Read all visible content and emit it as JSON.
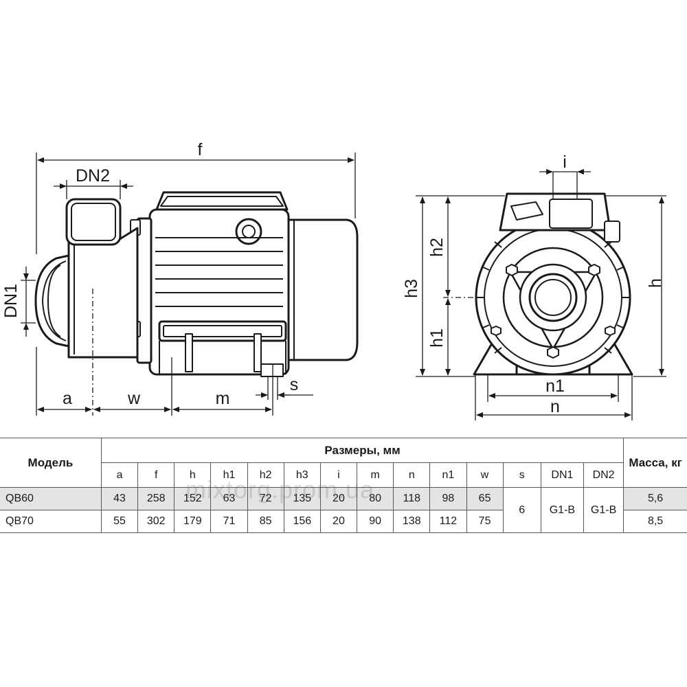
{
  "dimension_labels": {
    "f": "f",
    "dn2": "DN2",
    "dn1": "DN1",
    "a": "a",
    "w": "w",
    "m": "m",
    "s": "s",
    "i": "i",
    "h3": "h3",
    "h2": "h2",
    "h1": "h1",
    "h": "h",
    "n1": "n1",
    "n": "n"
  },
  "table": {
    "model_header": "Модель",
    "sizes_header": "Размеры, мм",
    "mass_header": "Масса, кг",
    "columns": [
      "a",
      "f",
      "h",
      "h1",
      "h2",
      "h3",
      "i",
      "m",
      "n",
      "n1",
      "w",
      "s",
      "DN1",
      "DN2"
    ],
    "rows": [
      {
        "model": "QB60",
        "values": [
          "43",
          "258",
          "152",
          "63",
          "72",
          "135",
          "20",
          "80",
          "118",
          "98",
          "65"
        ],
        "mass": "5,6"
      },
      {
        "model": "QB70",
        "values": [
          "55",
          "302",
          "179",
          "71",
          "85",
          "156",
          "20",
          "90",
          "138",
          "112",
          "75"
        ],
        "mass": "8,5"
      }
    ],
    "shared": {
      "s": "6",
      "DN1": "G1-B",
      "DN2": "G1-B"
    }
  },
  "watermark": "mixtorg.prom.ua"
}
